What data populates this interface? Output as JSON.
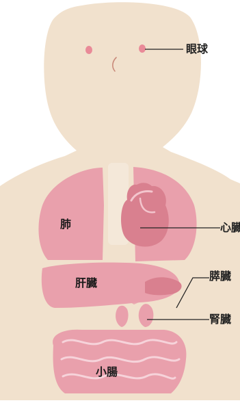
{
  "diagram": {
    "labels": {
      "eye": "眼球",
      "lung": "肺",
      "heart": "心臓",
      "liver": "肝臓",
      "pancreas": "膵臓",
      "kidney": "腎臓",
      "small_intestine": "小腸"
    }
  },
  "colors": {
    "skin": "#f1e1cd",
    "organ": "#e9a0ac",
    "organ_dark": "#d9808f",
    "cheek": "#e98a98",
    "leader": "#222222",
    "ground": "#dfeed4"
  }
}
